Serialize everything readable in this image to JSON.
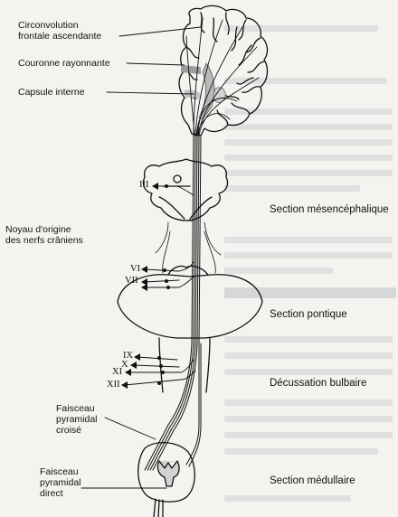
{
  "labels": {
    "circonvolution": "Circonvolution\nfrontale ascendante",
    "couronne": "Couronne rayonnante",
    "capsule": "Capsule interne",
    "noyau": "Noyau d'origine\ndes nerfs crâniens",
    "faisceau_croise": "Faisceau\npyramidal\ncroisé",
    "faisceau_direct": "Faisceau\npyramidal\ndirect"
  },
  "sections": {
    "mesencephalique": "Section mésencéphalique",
    "pontique": "Section pontique",
    "decussation": "Décussation bulbaire",
    "medullaire": "Section médullaire"
  },
  "nerves": {
    "iii": "III",
    "vi": "VI",
    "vii": "VII",
    "ix": "IX",
    "x": "X",
    "xi": "XI",
    "xii": "XII"
  }
}
